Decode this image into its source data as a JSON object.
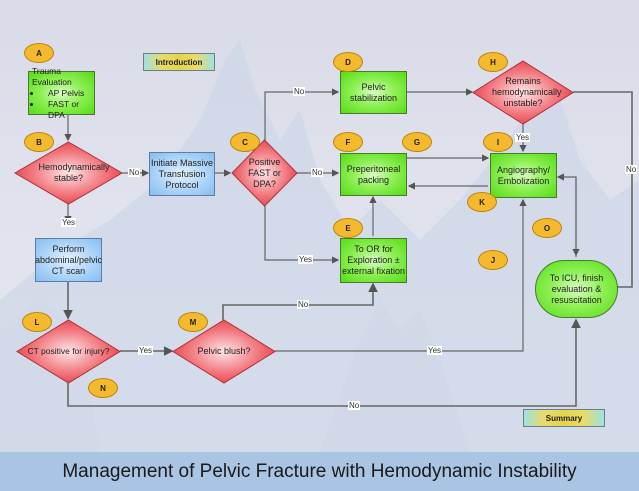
{
  "title": "Management of Pelvic Fracture with Hemodynamic Instability",
  "nav_buttons": {
    "introduction": "Introduction",
    "summary": "Summary"
  },
  "markers": {
    "A": "A",
    "B": "B",
    "C": "C",
    "D": "D",
    "E": "E",
    "F": "F",
    "G": "G",
    "H": "H",
    "I": "I",
    "J": "J",
    "K": "K",
    "L": "L",
    "M": "M",
    "N": "N",
    "O": "O"
  },
  "nodes": {
    "trauma_eval": {
      "heading": "Trauma Evaluation",
      "bullets": [
        "AP Pelvis",
        "FAST or DPA"
      ]
    },
    "hemo_stable": "Hemodynamically stable?",
    "massive_transfusion": "Initiate Massive Transfusion Protocol",
    "positive_fast": "Positive FAST or DPA?",
    "pelvic_stabilization": "Pelvic stabilization",
    "remains_unstable": "Remains hemodynamically unstable?",
    "preperitoneal_packing": "Preperitoneal packing",
    "angiography": "Angiography/ Embolization",
    "to_or": "To OR for Exploration ± external fixation",
    "ct_scan": "Perform abdominal/pelvic CT scan",
    "ct_positive": "CT positive for injury?",
    "pelvic_blush": "Pelvic blush?",
    "icu": "To ICU, finish evaluation & resuscitation"
  },
  "edge_labels": {
    "hemo_no": "No",
    "hemo_yes": "Yes",
    "fast_no_top": "No",
    "fast_no_mid": "No",
    "fast_yes": "Yes",
    "unstable_yes": "Yes",
    "unstable_no": "No",
    "ct_yes": "Yes",
    "blush_no": "No",
    "blush_yes": "Yes",
    "ct_no": "No"
  },
  "colors": {
    "decision": "#e8383d",
    "process_green": "#66e020",
    "process_blue": "#9ccbf5",
    "marker": "#f5b92d",
    "title_bar": "#aac4e4"
  }
}
